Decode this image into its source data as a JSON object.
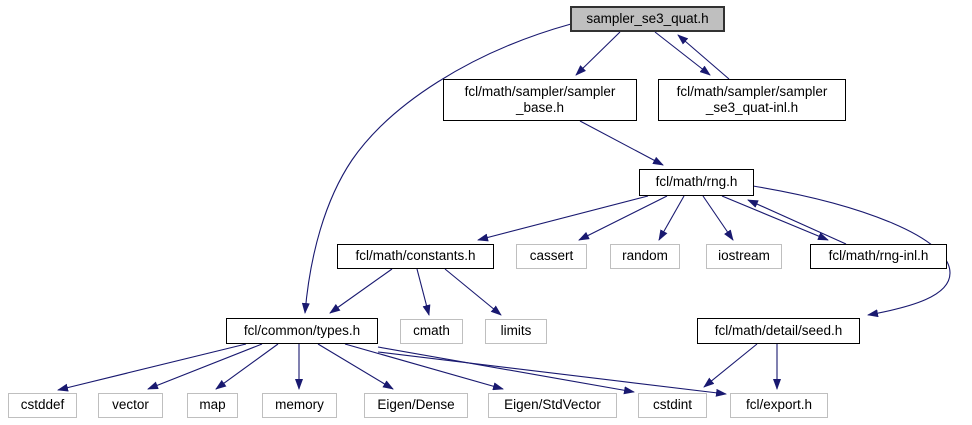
{
  "graph": {
    "colors": {
      "edge": "#191970",
      "main_node_fill": "#bfbfbf",
      "node_fill": "#ffffff",
      "internal_border": "#000000",
      "external_border": "#bfbfbf",
      "text": "#000000",
      "background": "#ffffff"
    },
    "nodes": [
      {
        "label": "sampler_se3_quat.h",
        "type": "main"
      },
      {
        "label": "fcl/math/sampler/sampler\n_base.h",
        "type": "internal"
      },
      {
        "label": "fcl/math/sampler/sampler\n_se3_quat-inl.h",
        "type": "internal"
      },
      {
        "label": "fcl/math/rng.h",
        "type": "internal"
      },
      {
        "label": "fcl/math/constants.h",
        "type": "internal"
      },
      {
        "label": "cassert",
        "type": "external"
      },
      {
        "label": "random",
        "type": "external"
      },
      {
        "label": "iostream",
        "type": "external"
      },
      {
        "label": "fcl/math/rng-inl.h",
        "type": "internal"
      },
      {
        "label": "fcl/common/types.h",
        "type": "internal"
      },
      {
        "label": "cmath",
        "type": "external"
      },
      {
        "label": "limits",
        "type": "external"
      },
      {
        "label": "fcl/math/detail/seed.h",
        "type": "internal"
      },
      {
        "label": "cstddef",
        "type": "external"
      },
      {
        "label": "vector",
        "type": "external"
      },
      {
        "label": "map",
        "type": "external"
      },
      {
        "label": "memory",
        "type": "external"
      },
      {
        "label": "Eigen/Dense",
        "type": "external"
      },
      {
        "label": "Eigen/StdVector",
        "type": "external"
      },
      {
        "label": "cstdint",
        "type": "external"
      },
      {
        "label": "fcl/export.h",
        "type": "external"
      }
    ],
    "edges": [
      {
        "from": "sampler_se3_quat.h",
        "to": "fcl/math/sampler/sampler_base.h"
      },
      {
        "from": "sampler_se3_quat.h",
        "to": "fcl/math/sampler/sampler_se3_quat-inl.h"
      },
      {
        "from": "fcl/math/sampler/sampler_se3_quat-inl.h",
        "to": "sampler_se3_quat.h"
      },
      {
        "from": "sampler_se3_quat.h",
        "to": "fcl/common/types.h"
      },
      {
        "from": "fcl/math/sampler/sampler_base.h",
        "to": "fcl/math/rng.h"
      },
      {
        "from": "fcl/math/rng.h",
        "to": "fcl/math/constants.h"
      },
      {
        "from": "fcl/math/rng.h",
        "to": "cassert"
      },
      {
        "from": "fcl/math/rng.h",
        "to": "random"
      },
      {
        "from": "fcl/math/rng.h",
        "to": "iostream"
      },
      {
        "from": "fcl/math/rng.h",
        "to": "fcl/math/rng-inl.h"
      },
      {
        "from": "fcl/math/rng-inl.h",
        "to": "fcl/math/rng.h"
      },
      {
        "from": "fcl/math/rng.h",
        "to": "fcl/math/detail/seed.h"
      },
      {
        "from": "fcl/math/constants.h",
        "to": "fcl/common/types.h"
      },
      {
        "from": "fcl/math/constants.h",
        "to": "cmath"
      },
      {
        "from": "fcl/math/constants.h",
        "to": "limits"
      },
      {
        "from": "fcl/common/types.h",
        "to": "cstddef"
      },
      {
        "from": "fcl/common/types.h",
        "to": "vector"
      },
      {
        "from": "fcl/common/types.h",
        "to": "map"
      },
      {
        "from": "fcl/common/types.h",
        "to": "memory"
      },
      {
        "from": "fcl/common/types.h",
        "to": "Eigen/Dense"
      },
      {
        "from": "fcl/common/types.h",
        "to": "Eigen/StdVector"
      },
      {
        "from": "fcl/common/types.h",
        "to": "cstdint"
      },
      {
        "from": "fcl/common/types.h",
        "to": "fcl/export.h"
      },
      {
        "from": "fcl/math/detail/seed.h",
        "to": "cstdint"
      },
      {
        "from": "fcl/math/detail/seed.h",
        "to": "fcl/export.h"
      }
    ]
  }
}
